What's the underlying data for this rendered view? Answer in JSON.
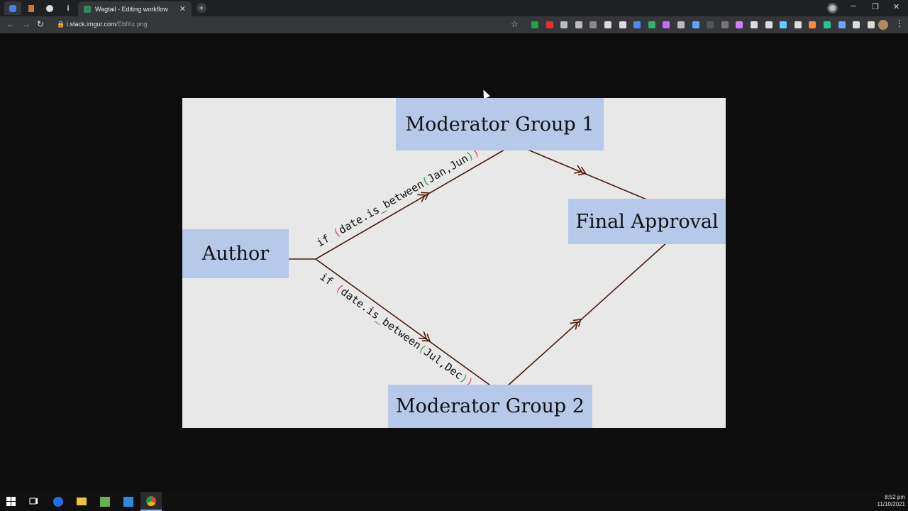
{
  "browser": {
    "tab_title": "Wagtail - Editing workflow",
    "tab_close": "✕",
    "new_tab": "+",
    "url_host": "i.stack.imgur.com",
    "url_path": "/EbfXx.png",
    "lock": "🔒",
    "back": "←",
    "forward": "→",
    "reload": "↻",
    "bookmark": "☆",
    "menu": "⋮",
    "window_min": "─",
    "window_max": "❐",
    "window_close": "✕",
    "ext_colors": [
      "#22a04b",
      "#d33",
      "#bbb",
      "#bbb",
      "#888",
      "#ddd",
      "#ddd",
      "#4a8af4",
      "#2db36d",
      "#c56cf0",
      "#bbb",
      "#58a6ff",
      "#555",
      "#777",
      "#d080ff",
      "#ddd",
      "#ddd",
      "#6cf",
      "#ddd",
      "#ff8a3d",
      "#20c997",
      "#6aa6ff",
      "#ddd",
      "#ddd"
    ]
  },
  "diagram": {
    "nodes": {
      "author": "Author",
      "moderator_group_1": "Moderator Group 1",
      "moderator_group_2": "Moderator Group 2",
      "final_approval": "Final Approval"
    },
    "conditions": {
      "upper": {
        "if": "if",
        "open": "(",
        "call": "date.is_between",
        "args_open": "(",
        "args": "Jan,Jun",
        "args_close": ")",
        "close": ")"
      },
      "lower": {
        "if": "if",
        "open": "(",
        "call": "date.is_between",
        "args_open": "(",
        "args": "Jul,Dec",
        "args_close": ")",
        "close": ")"
      }
    },
    "colors": {
      "node_fill": "#b6c9e8",
      "edge": "#4a1a0a",
      "keyword": "#111111",
      "outer_paren": "#e0406a",
      "inner_paren": "#3aa34a"
    }
  },
  "taskbar": {
    "time": "8:52 pm",
    "date": "11/10/2021"
  }
}
